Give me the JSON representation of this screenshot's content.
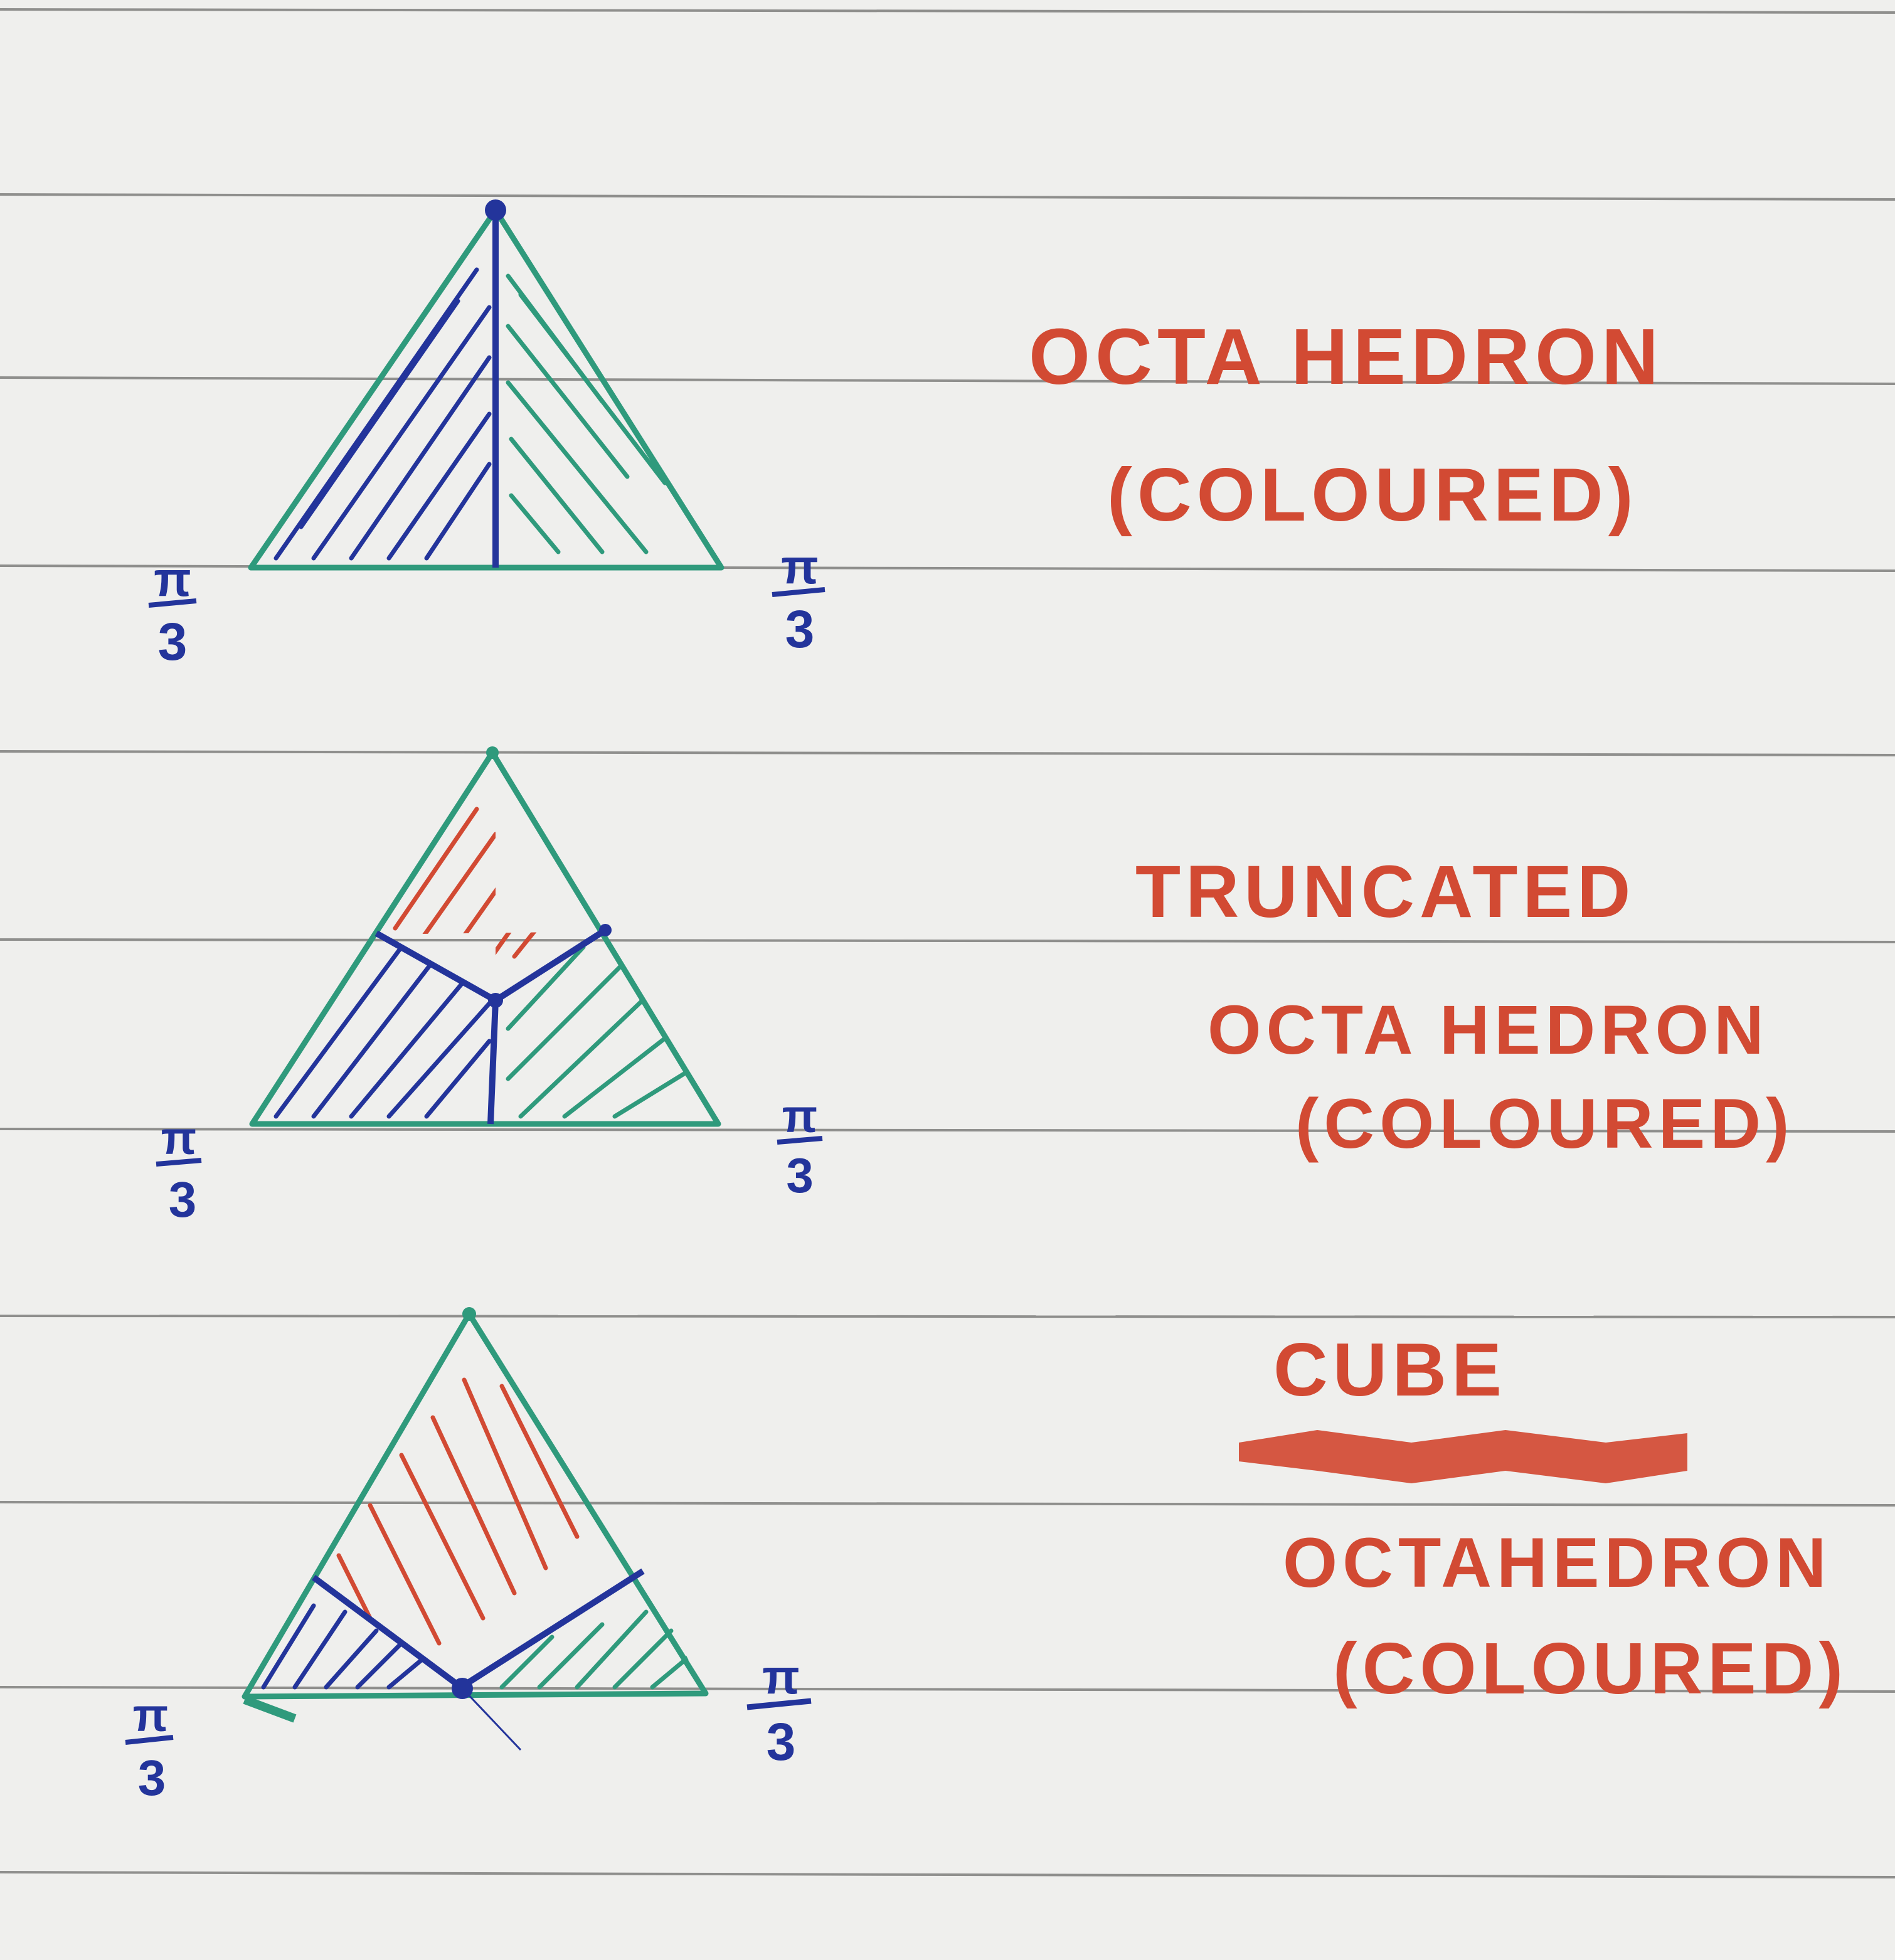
{
  "colors": {
    "paper": "#efefed",
    "rule_line": "#8f8f8d",
    "green_ink": "#2f9a7c",
    "blue_ink": "#23349b",
    "red_ink": "#d24a33"
  },
  "figures": [
    {
      "corner_labels": {
        "left": {
          "numerator": "π",
          "denominator": "3"
        },
        "right": {
          "numerator": "π",
          "denominator": "3"
        }
      },
      "label_lines": [
        "OCTA HEDRON",
        "(COLOURED)"
      ]
    },
    {
      "corner_labels": {
        "left": {
          "numerator": "π",
          "denominator": "3"
        },
        "right": {
          "numerator": "π",
          "denominator": "3"
        }
      },
      "label_lines": [
        "TRUNCATED",
        "OCTA HEDRON",
        "(COLOURED)"
      ]
    },
    {
      "corner_labels": {
        "left": {
          "numerator": "π",
          "denominator": "3"
        },
        "right": {
          "numerator": "π",
          "denominator": "3"
        }
      },
      "label_lines": [
        "CUBE",
        "OCTAHEDRON",
        "(COLOURED)"
      ],
      "struck_out_word": true
    }
  ]
}
